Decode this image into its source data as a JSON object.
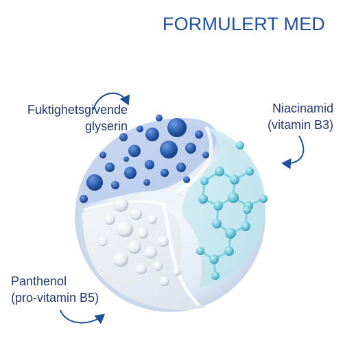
{
  "title": "FORMULERT MED",
  "ingredients": [
    {
      "key": "glycerin",
      "lines": [
        "Fuktighetsgivende",
        "glyserin"
      ],
      "color": "#2d5fb0"
    },
    {
      "key": "niacinamide",
      "lines": [
        "Niacinamid",
        "(vitamin B3)"
      ],
      "color": "#6fc9dc"
    },
    {
      "key": "panthenol",
      "lines": [
        "Panthenol",
        "(pro-vitamin B5)"
      ],
      "color": "#e9ecf0"
    }
  ],
  "colors": {
    "title": "#1e4f9c",
    "label": "#233a66",
    "arrow": "#1e4f9c"
  },
  "icons": [
    "curved-arrow-icon",
    "molecule-sphere-icon"
  ]
}
